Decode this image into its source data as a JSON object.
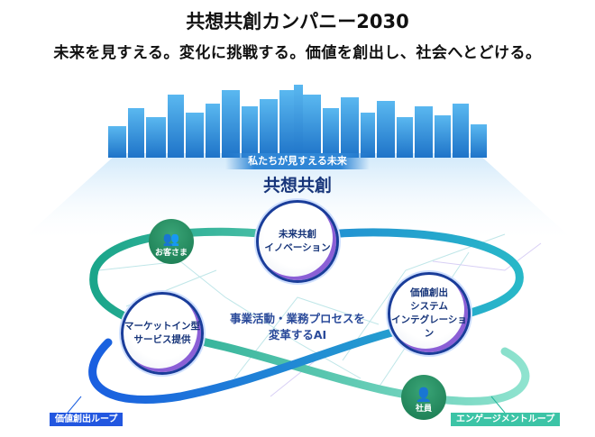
{
  "header": {
    "title": "共想共創カンパニー2030",
    "subtitle": "未来を見すえる。変化に挑戦する。価値を創出し、社会へとどける。"
  },
  "diagram": {
    "banner": "私たちが見すえる未来",
    "core": "共想共創",
    "nodes": {
      "top": "未来共創\nイノベーション",
      "left": "マーケットイン型\nサービス提供",
      "right": "価値創出\nシステム\nインテグレーション"
    },
    "center": "事業活動・業務プロセスを\n変革するAI",
    "customer": "お客さま",
    "employee": "社員",
    "loop_left": "価値創出ループ",
    "loop_right": "エンゲージメントループ",
    "colors": {
      "blue_loop": "#1f6fe0",
      "green_loop": "#23b59a",
      "navy": "#17357a"
    }
  }
}
